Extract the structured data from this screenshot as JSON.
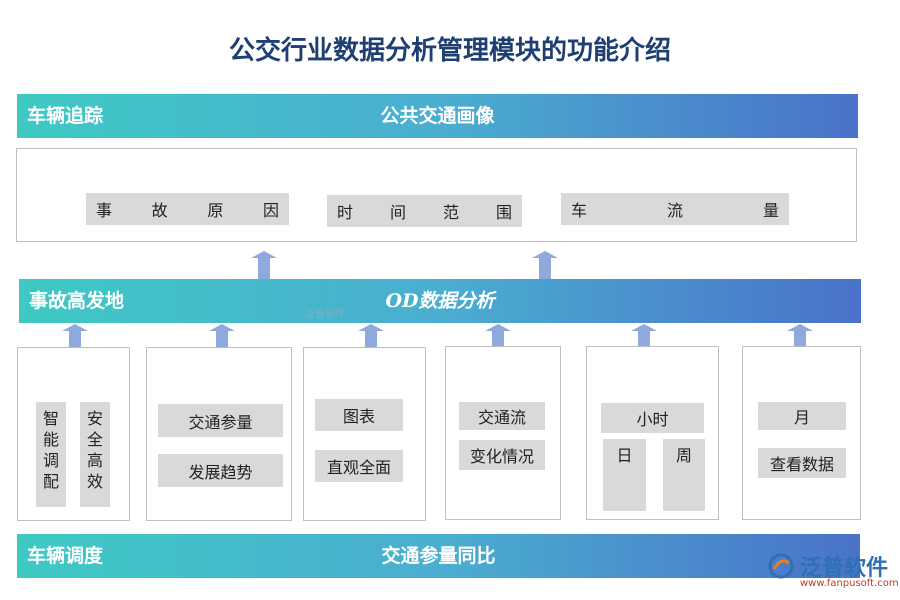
{
  "title": "公交行业数据分析管理模块的功能介绍",
  "bands": {
    "top": {
      "left": "车辆追踪",
      "center": "公共交通画像"
    },
    "middle": {
      "left": "事故高发地",
      "center": "OD数据分析"
    },
    "bottom": {
      "left": "车辆调度",
      "center": "交通参量同比"
    }
  },
  "top_chips": [
    {
      "words": [
        "事",
        "故",
        "原",
        "因"
      ]
    },
    {
      "words": [
        "时",
        "间",
        "范",
        "围"
      ]
    },
    {
      "words": [
        "车",
        "流",
        "量"
      ]
    }
  ],
  "panels": {
    "p1": {
      "col1": "智能调配",
      "col2": "安全高效"
    },
    "p2": {
      "chip1": "交通参量",
      "chip2": "发展趋势"
    },
    "p3": {
      "chip1": "图表",
      "chip2": "直观全面"
    },
    "p4": {
      "chip1": "交通流",
      "chip2": "变化情况"
    },
    "p5": {
      "chip1": "小时",
      "chip2": "日",
      "chip3": "周"
    },
    "p6": {
      "chip1": "月",
      "chip2": "查看数据"
    }
  },
  "watermark": "泛普软件",
  "logo": {
    "name": "泛普软件",
    "url": "www.fanpusoft.com"
  },
  "colors": {
    "arrow": "#8fa9dc",
    "band_start": "#3ec9c4",
    "band_end": "#4a72c9",
    "title": "#1f3f73"
  }
}
